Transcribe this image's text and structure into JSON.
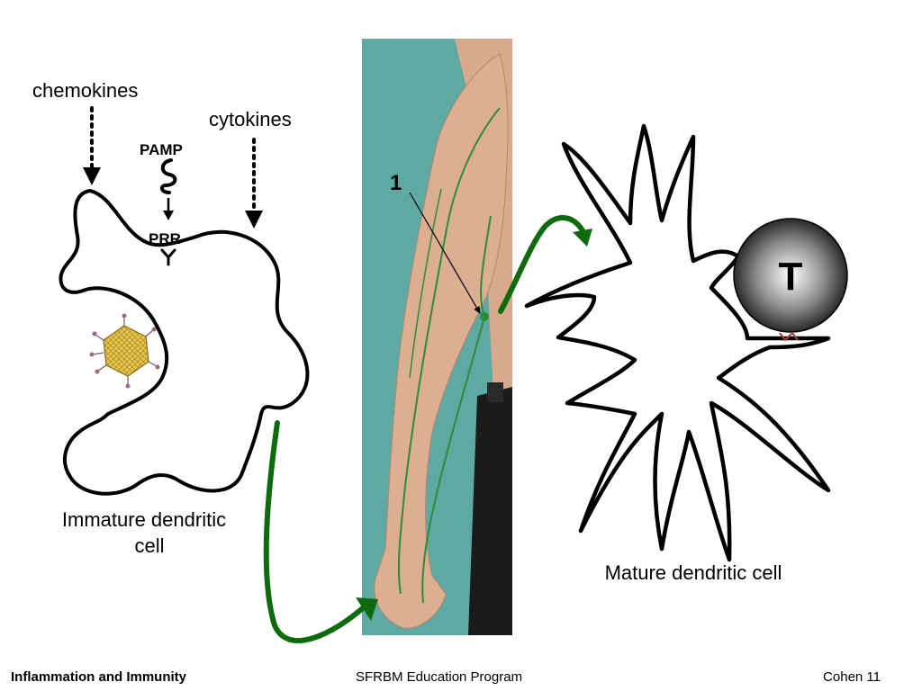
{
  "labels": {
    "chemokines": "chemokines",
    "cytokines": "cytokines",
    "pamp": "PAMP",
    "prr": "PRR",
    "immature_line1": "Immature dendritic",
    "immature_line2": "cell",
    "mature": "Mature dendritic cell",
    "t_cell": "T",
    "lymph_node_marker": "1"
  },
  "footer": {
    "left": "Inflammation and Immunity",
    "center": "SFRBM Education Program",
    "right": "Cohen 11"
  },
  "colors": {
    "arrow_green": "#0d6b0d",
    "photo_background": "#5fa9a3",
    "lymph_vessel": "#2e8b3a",
    "t_cell_gradient_center": "#ffffff",
    "t_cell_gradient_edge": "#111111"
  }
}
